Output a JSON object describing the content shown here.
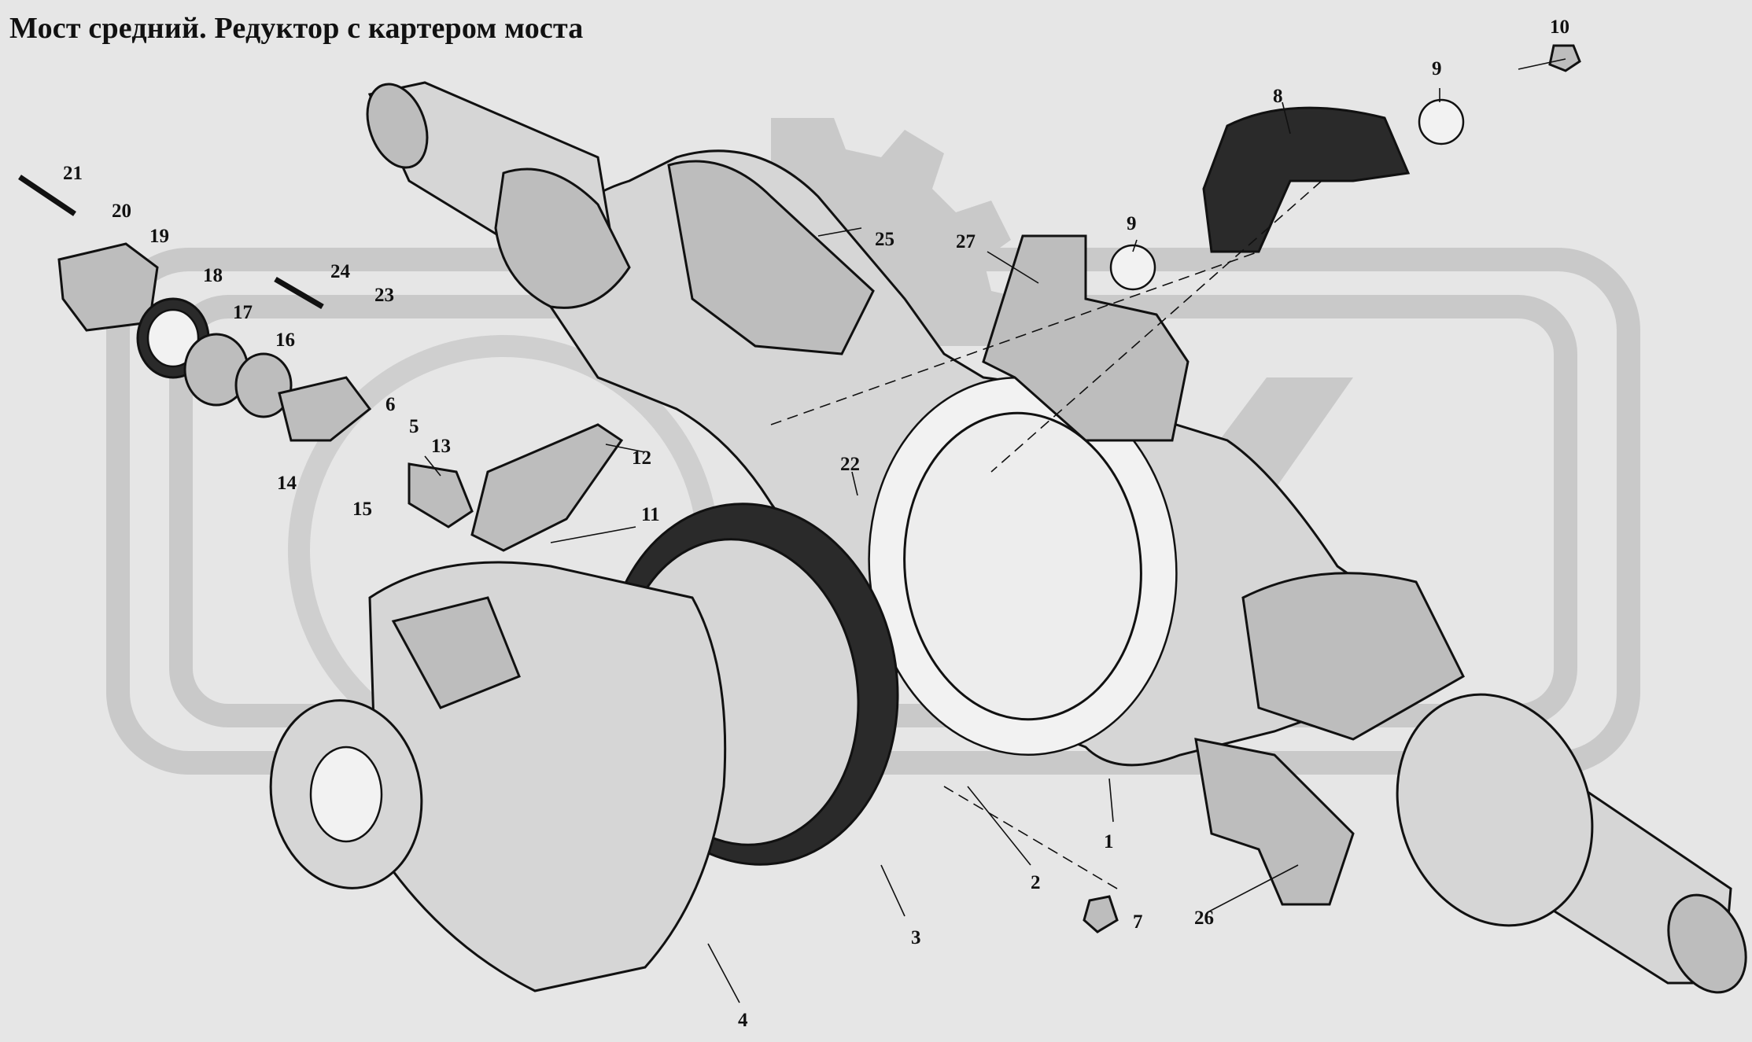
{
  "title": "Мост средний. Редуктор с картером моста",
  "callouts": [
    "1",
    "2",
    "3",
    "4",
    "5",
    "6",
    "7",
    "8",
    "9",
    "9",
    "10",
    "11",
    "12",
    "13",
    "14",
    "15",
    "16",
    "17",
    "18",
    "19",
    "20",
    "21",
    "22",
    "23",
    "24",
    "25",
    "26",
    "27"
  ]
}
